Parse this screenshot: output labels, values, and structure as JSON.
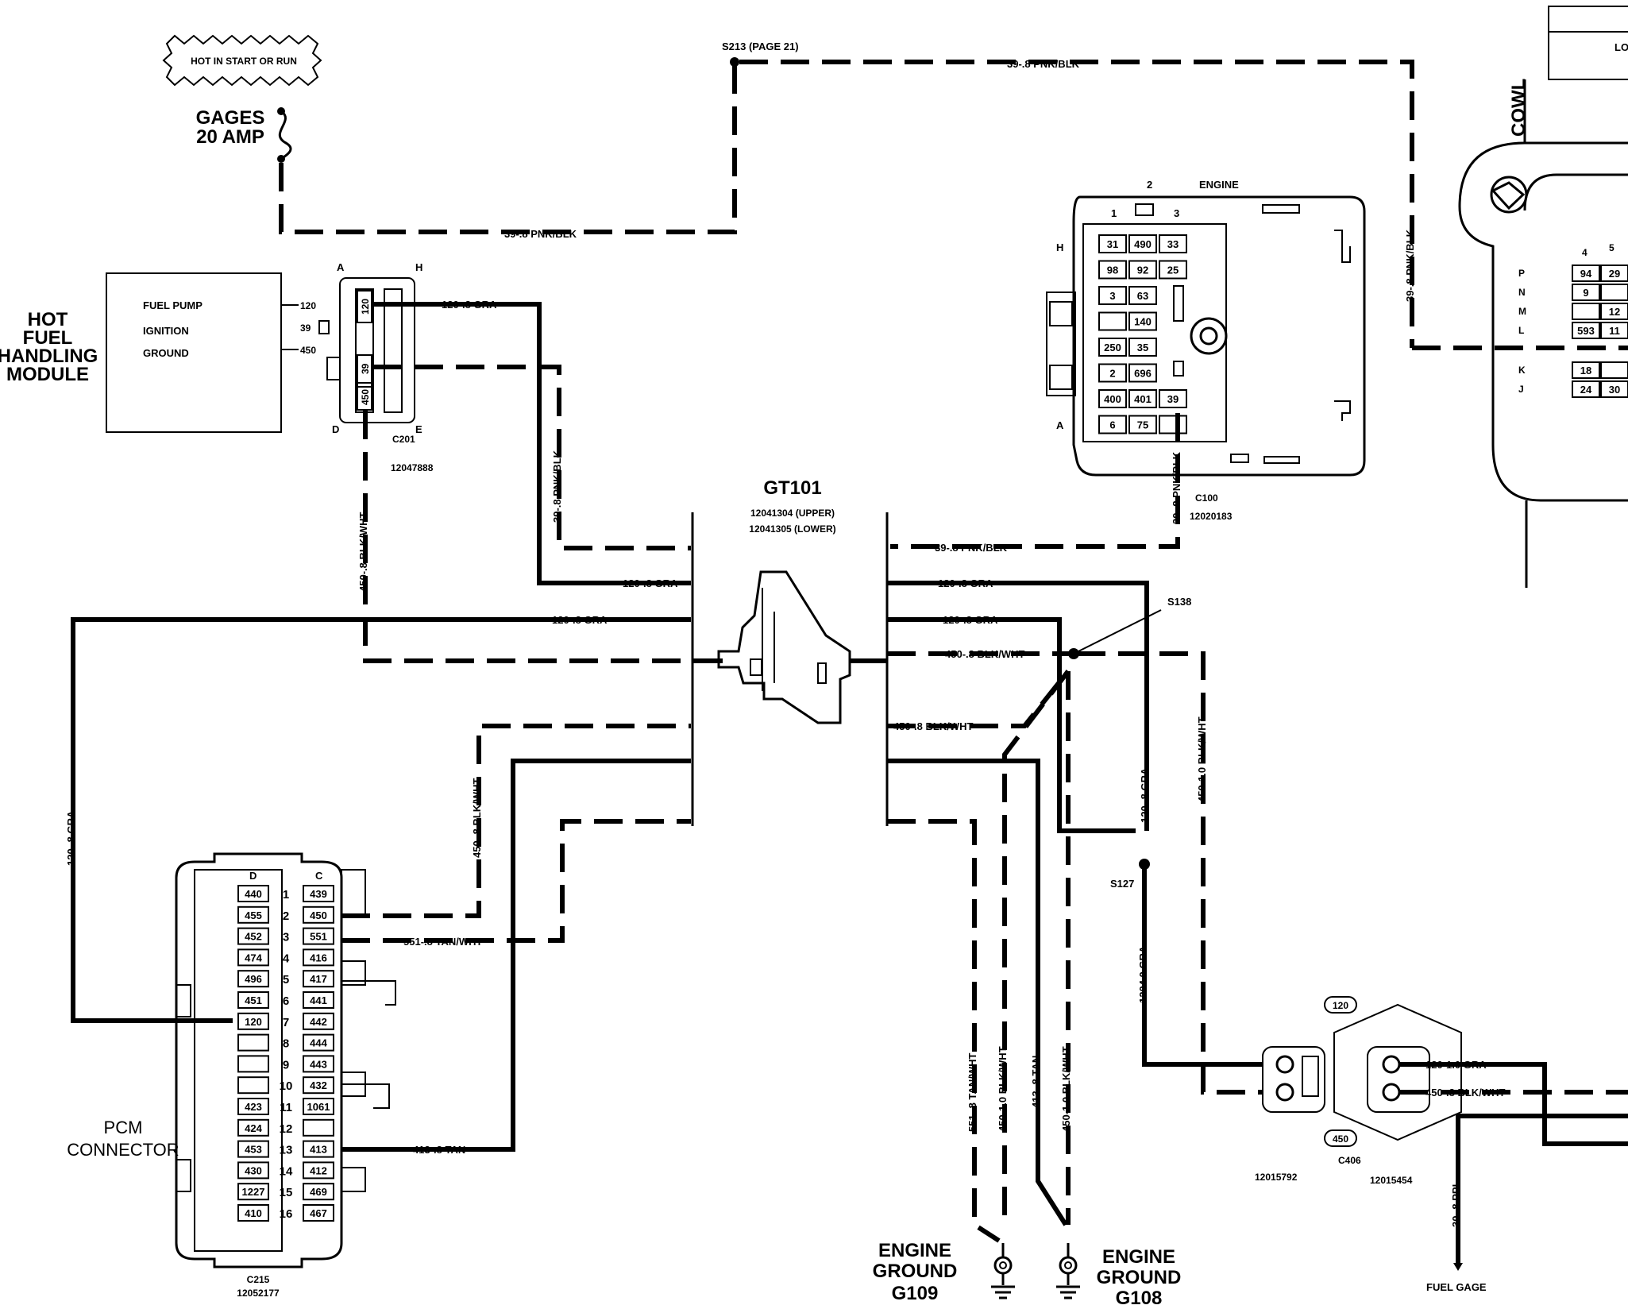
{
  "fuse": {
    "burst_label": "HOT IN START OR RUN",
    "name": "GAGES",
    "rating": "20 AMP"
  },
  "module": {
    "title_lines": [
      "HOT",
      "FUEL",
      "HANDLING",
      "MODULE"
    ],
    "terminals": [
      "FUEL PUMP",
      "IGNITION",
      "GROUND"
    ],
    "pin_numbers": [
      "120",
      "39",
      "450"
    ]
  },
  "c201": {
    "name": "C201",
    "part": "12047888",
    "letters": [
      "A",
      "H",
      "D",
      "E"
    ],
    "cavities": [
      "120",
      "39",
      "450"
    ]
  },
  "splice_s213": "S213 (PAGE 21)",
  "gt101": {
    "name": "GT101",
    "upper": "12041304 (UPPER)",
    "lower": "12041305 (LOWER)"
  },
  "c100": {
    "name": "C100",
    "part": "12020183",
    "label_engine": "ENGINE",
    "col_labels": [
      "1",
      "2",
      "3"
    ],
    "row_letters": [
      "H",
      "A"
    ],
    "rows": [
      [
        "31",
        "490",
        "33"
      ],
      [
        "98",
        "92",
        "25"
      ],
      [
        "3",
        "63",
        ""
      ],
      [
        "",
        "140",
        ""
      ],
      [
        "250",
        "35",
        ""
      ],
      [
        "2",
        "696",
        ""
      ],
      [
        "400",
        "401",
        "39"
      ],
      [
        "6",
        "75",
        ""
      ]
    ]
  },
  "cowl": {
    "label": "COWL",
    "lo": "LO",
    "rows": [
      {
        "letter": "P",
        "cells": [
          "94",
          "29"
        ]
      },
      {
        "letter": "N",
        "cells": [
          "9",
          ""
        ]
      },
      {
        "letter": "M",
        "cells": [
          "",
          "12"
        ]
      },
      {
        "letter": "L",
        "cells": [
          "593",
          "11"
        ]
      },
      {
        "letter": "K",
        "cells": [
          "18",
          ""
        ]
      },
      {
        "letter": "J",
        "cells": [
          "24",
          "30"
        ]
      }
    ],
    "col_labels": [
      "4",
      "5"
    ]
  },
  "pcm": {
    "title_lines": [
      "PCM",
      "CONNECTOR"
    ],
    "name": "C215",
    "part": "12052177",
    "col_d": "D",
    "col_c": "C",
    "rows": [
      {
        "n": "1",
        "d": "440",
        "c": "439"
      },
      {
        "n": "2",
        "d": "455",
        "c": "450"
      },
      {
        "n": "3",
        "d": "452",
        "c": "551"
      },
      {
        "n": "4",
        "d": "474",
        "c": "416"
      },
      {
        "n": "5",
        "d": "496",
        "c": "417"
      },
      {
        "n": "6",
        "d": "451",
        "c": "441"
      },
      {
        "n": "7",
        "d": "120",
        "c": "442"
      },
      {
        "n": "8",
        "d": "",
        "c": "444"
      },
      {
        "n": "9",
        "d": "",
        "c": "443"
      },
      {
        "n": "10",
        "d": "",
        "c": "432"
      },
      {
        "n": "11",
        "d": "423",
        "c": "1061"
      },
      {
        "n": "12",
        "d": "424",
        "c": ""
      },
      {
        "n": "13",
        "d": "453",
        "c": "413"
      },
      {
        "n": "14",
        "d": "430",
        "c": "412"
      },
      {
        "n": "15",
        "d": "1227",
        "c": "469"
      },
      {
        "n": "16",
        "d": "410",
        "c": "467"
      }
    ]
  },
  "wires": {
    "pnk_top": "39-.8 PNK/BLK",
    "pnk_fuse": "39-.8 PNK/BLK",
    "pnk_right_vert": "39-.8 PNK/BLK",
    "gra_c201": "120-.8 GRA",
    "pnk_c201_vert": "39-.8 PNK/BLK",
    "blk_c201_vert": "450-.8 BLK/WHT",
    "gra_left_a": "120-.8 GRA",
    "gra_left_b": "120-.8 GRA",
    "gra_pcm_vert": "120-.8 GRA",
    "blk_pcm_vert": "450-.8 BLK/WHT",
    "tan_wht_pcm": "551-.8 TAN/WHT",
    "tan_pcm": "413-.8 TAN",
    "pnk_right": "39-.8 PNK/BLK",
    "gra_right_a": "120-.8 GRA",
    "gra_right_b": "120-.8 GRA",
    "blk_right_a": "450-.8 BLK/WHT",
    "blk_right_b": "450-.8 BLK/WHT",
    "pnk_c100_vert": "39-.8 PNK/BLK",
    "gra_s138_vert": "120-.8 GRA",
    "blk_10_vert": "450-1.0 BLK/WHT",
    "gra_10_vert": "1204.0 GRA",
    "tan_wht_g109": "551-.8 TAN/WHT",
    "blk_10_g109": "450-1.0 BLK/WHT",
    "tan_g108": "413-.8 TAN",
    "blk_10_g108": "450-1.0 BLK/WHT",
    "gra_c406": "120-1.0 GRA",
    "blk_c406": "450-.8 BLK/WHT",
    "ppl": "30-.8 PPL"
  },
  "splices": {
    "s138": "S138",
    "s127": "S127"
  },
  "c406": {
    "name": "C406",
    "part_left": "12015792",
    "part_right": "12015454",
    "top": "120",
    "bottom": "450"
  },
  "grounds": {
    "g109_lines": [
      "ENGINE",
      "GROUND",
      "G109"
    ],
    "g108_lines": [
      "ENGINE",
      "GROUND",
      "G108"
    ]
  },
  "fuel_gage": "FUEL GAGE"
}
